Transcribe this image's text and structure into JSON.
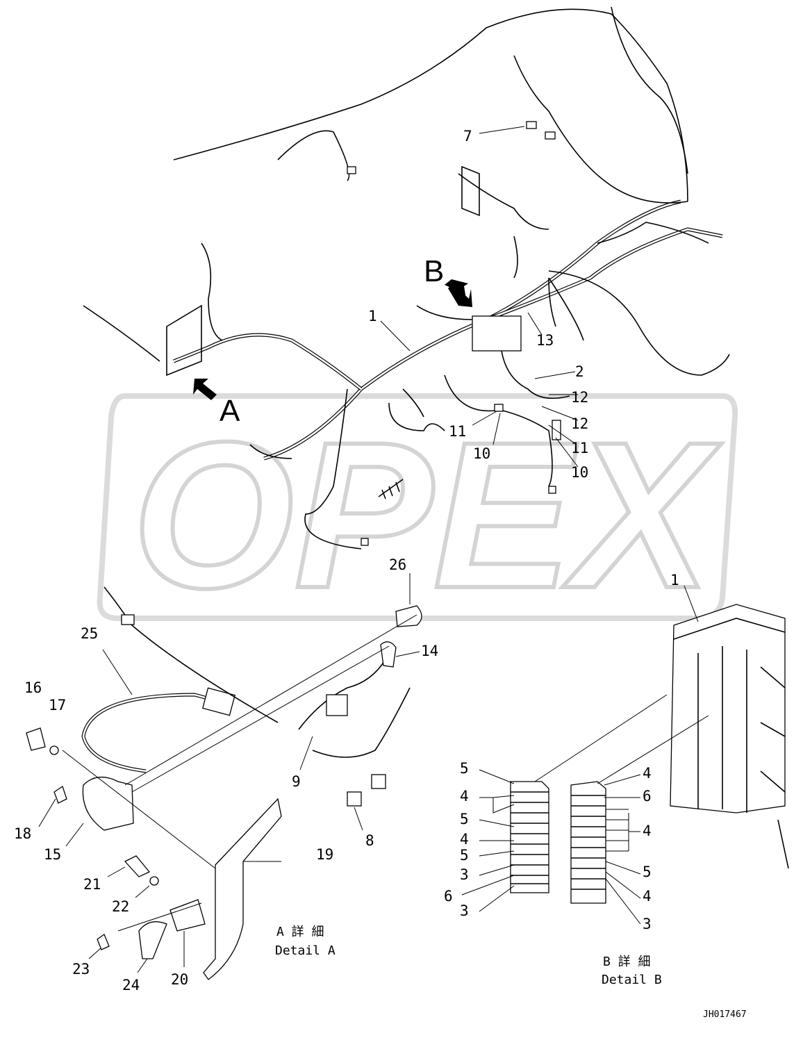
{
  "diagram": {
    "watermark": "OPEX",
    "watermark_color": "#d8d8d8",
    "view_markers": [
      "A",
      "B"
    ],
    "callouts_main": [
      "7",
      "1",
      "13",
      "2",
      "12",
      "12",
      "11",
      "11",
      "10",
      "10"
    ],
    "callouts_detail_a": [
      "26",
      "14",
      "25",
      "16",
      "17",
      "9",
      "8",
      "18",
      "15",
      "19",
      "21",
      "22",
      "23",
      "24",
      "20"
    ],
    "callouts_detail_b": [
      "1",
      "5",
      "4",
      "5",
      "4",
      "5",
      "3",
      "6",
      "3",
      "4",
      "6",
      "4",
      "5",
      "4",
      "3"
    ],
    "detail_a_caption": {
      "jp": "A 詳 細",
      "en": "Detail A"
    },
    "detail_b_caption": {
      "jp": "B 詳 細",
      "en": "Detail B"
    },
    "drawing_id": "JH017467"
  }
}
